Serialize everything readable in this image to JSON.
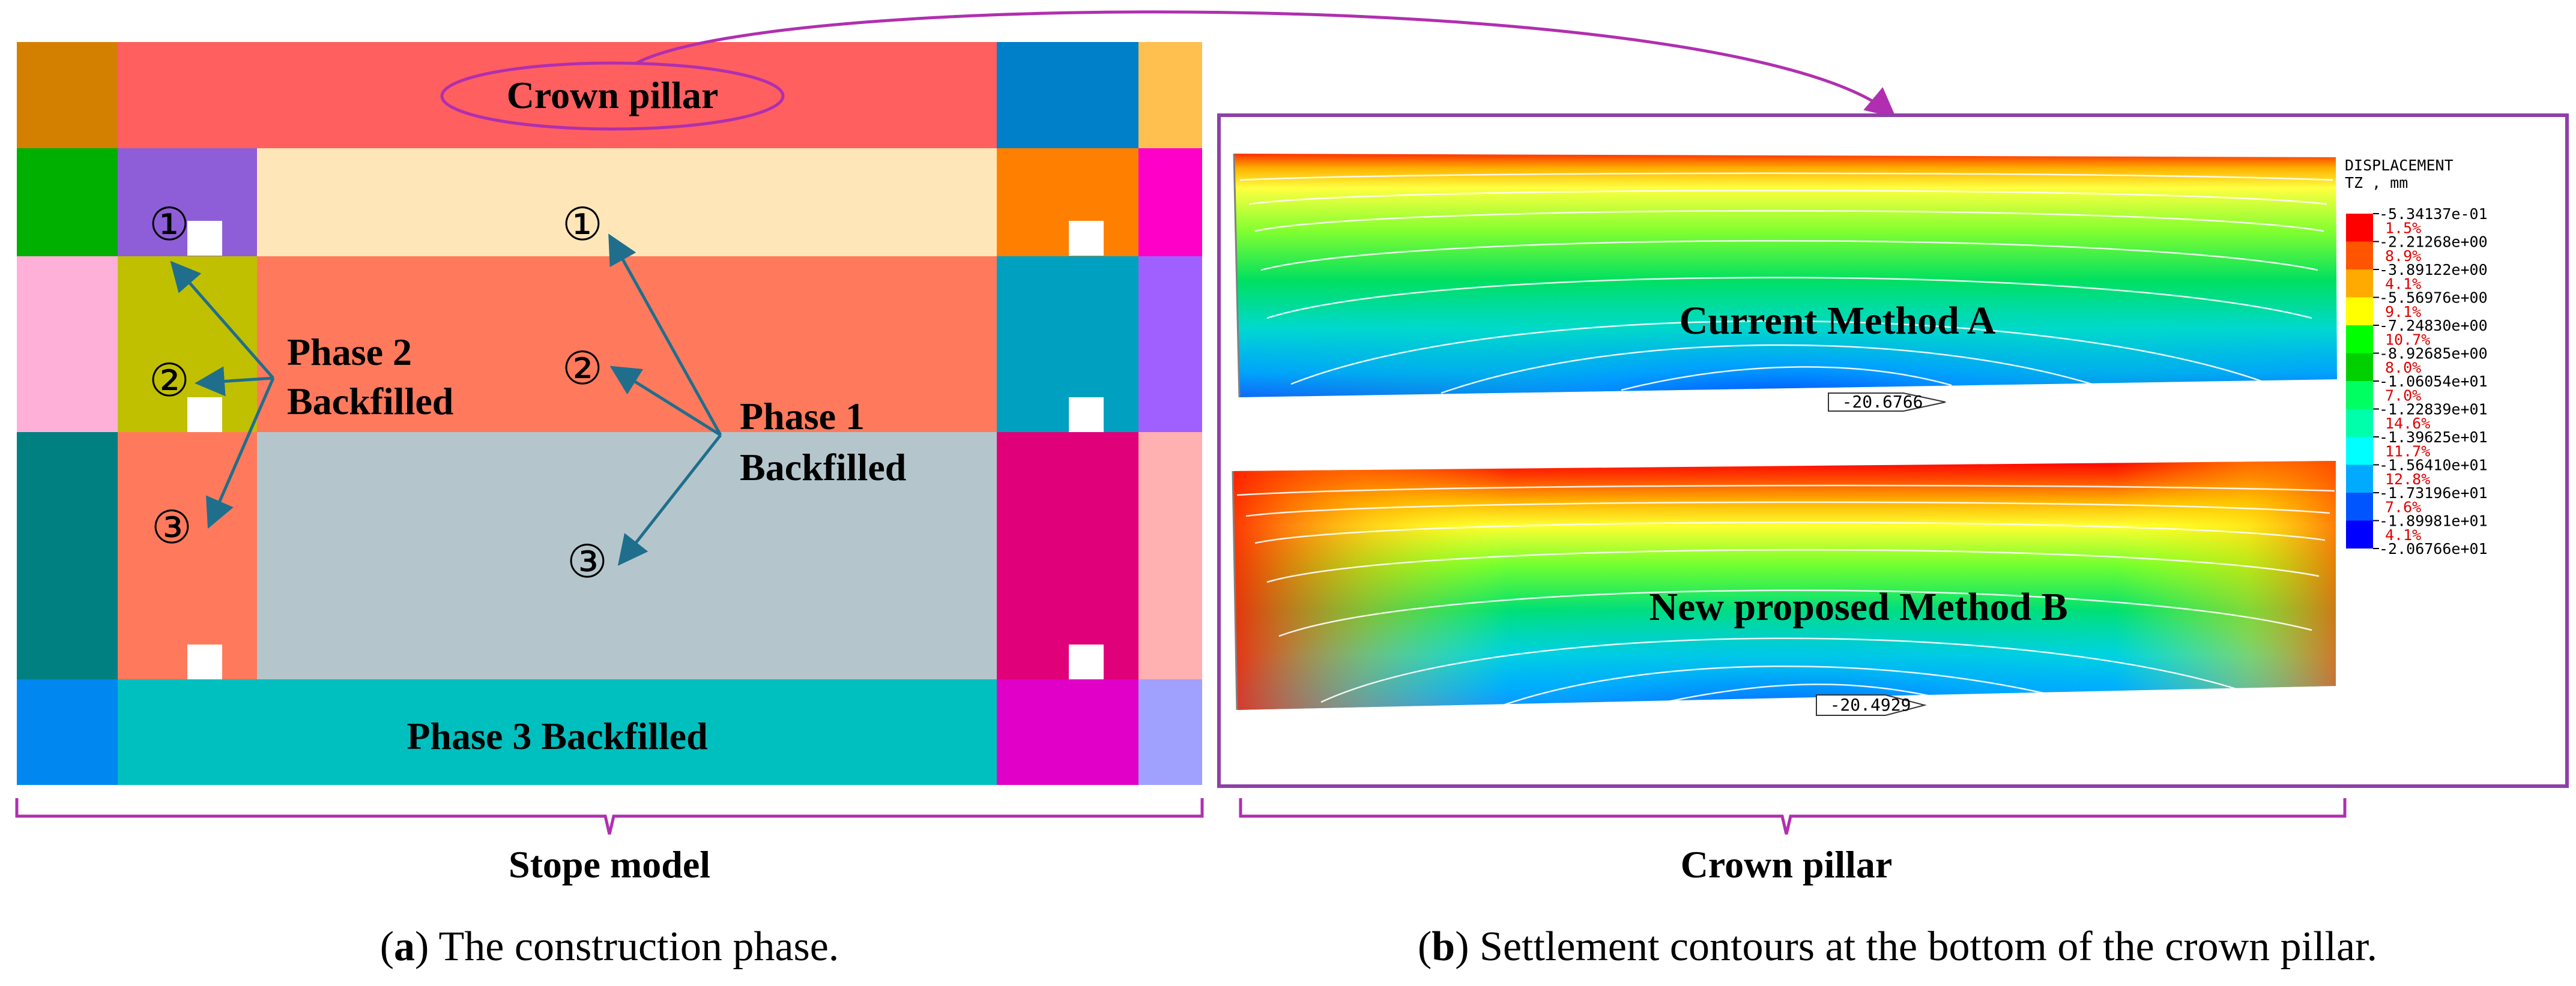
{
  "panel_a": {
    "crown_pillar_label": "Crown pillar",
    "phase2_line1": "Phase 2",
    "phase2_line2": "Backfilled",
    "phase1_line1": "Phase 1",
    "phase1_line2": "Backfilled",
    "phase3_label": "Phase 3 Backfilled",
    "markers_left": [
      "①",
      "②",
      "③"
    ],
    "markers_center": [
      "①",
      "②",
      "③"
    ],
    "bracket_label": "Stope model",
    "caption_letter": "a",
    "caption_text": " The construction phase.",
    "colors": {
      "crown_pillar": "#FF5F5F",
      "phase3": "#00BFBF",
      "center_top": "#FFE6B8",
      "center_mid": "#FF7A5C",
      "center_bottom": "#B4C6CC",
      "arrow": "#1F6E8C",
      "ellipse": "#B02FB0"
    }
  },
  "panel_b": {
    "legend_title_line1": "DISPLACEMENT",
    "legend_title_line2": "TZ , mm",
    "legend_values": [
      "-5.34137e-01",
      "-2.21268e+00",
      "-3.89122e+00",
      "-5.56976e+00",
      "-7.24830e+00",
      "-8.92685e+00",
      "-1.06054e+01",
      "-1.22839e+01",
      "-1.39625e+01",
      "-1.56410e+01",
      "-1.73196e+01",
      "-1.89981e+01",
      "-2.06766e+01"
    ],
    "legend_percents": [
      "1.5%",
      "8.9%",
      "4.1%",
      "9.1%",
      "10.7%",
      "8.0%",
      "7.0%",
      "14.6%",
      "11.7%",
      "12.8%",
      "7.6%",
      "4.1%"
    ],
    "legend_colors": [
      "#FF0000",
      "#FF5500",
      "#FFAA00",
      "#FFFF00",
      "#00FF00",
      "#00D000",
      "#00FF60",
      "#00FFAA",
      "#00FFFF",
      "#00AAFF",
      "#0055FF",
      "#0000FF"
    ],
    "method_a_label": "Current Method A",
    "method_a_min": "-20.6766",
    "method_b_label": "New proposed Method B",
    "method_b_min": "-20.4929",
    "bracket_label": "Crown pillar",
    "caption_letter": "b",
    "caption_text": ") Settlement contours at the bottom of the crown pillar.",
    "frame_color": "#8E3FA8"
  }
}
